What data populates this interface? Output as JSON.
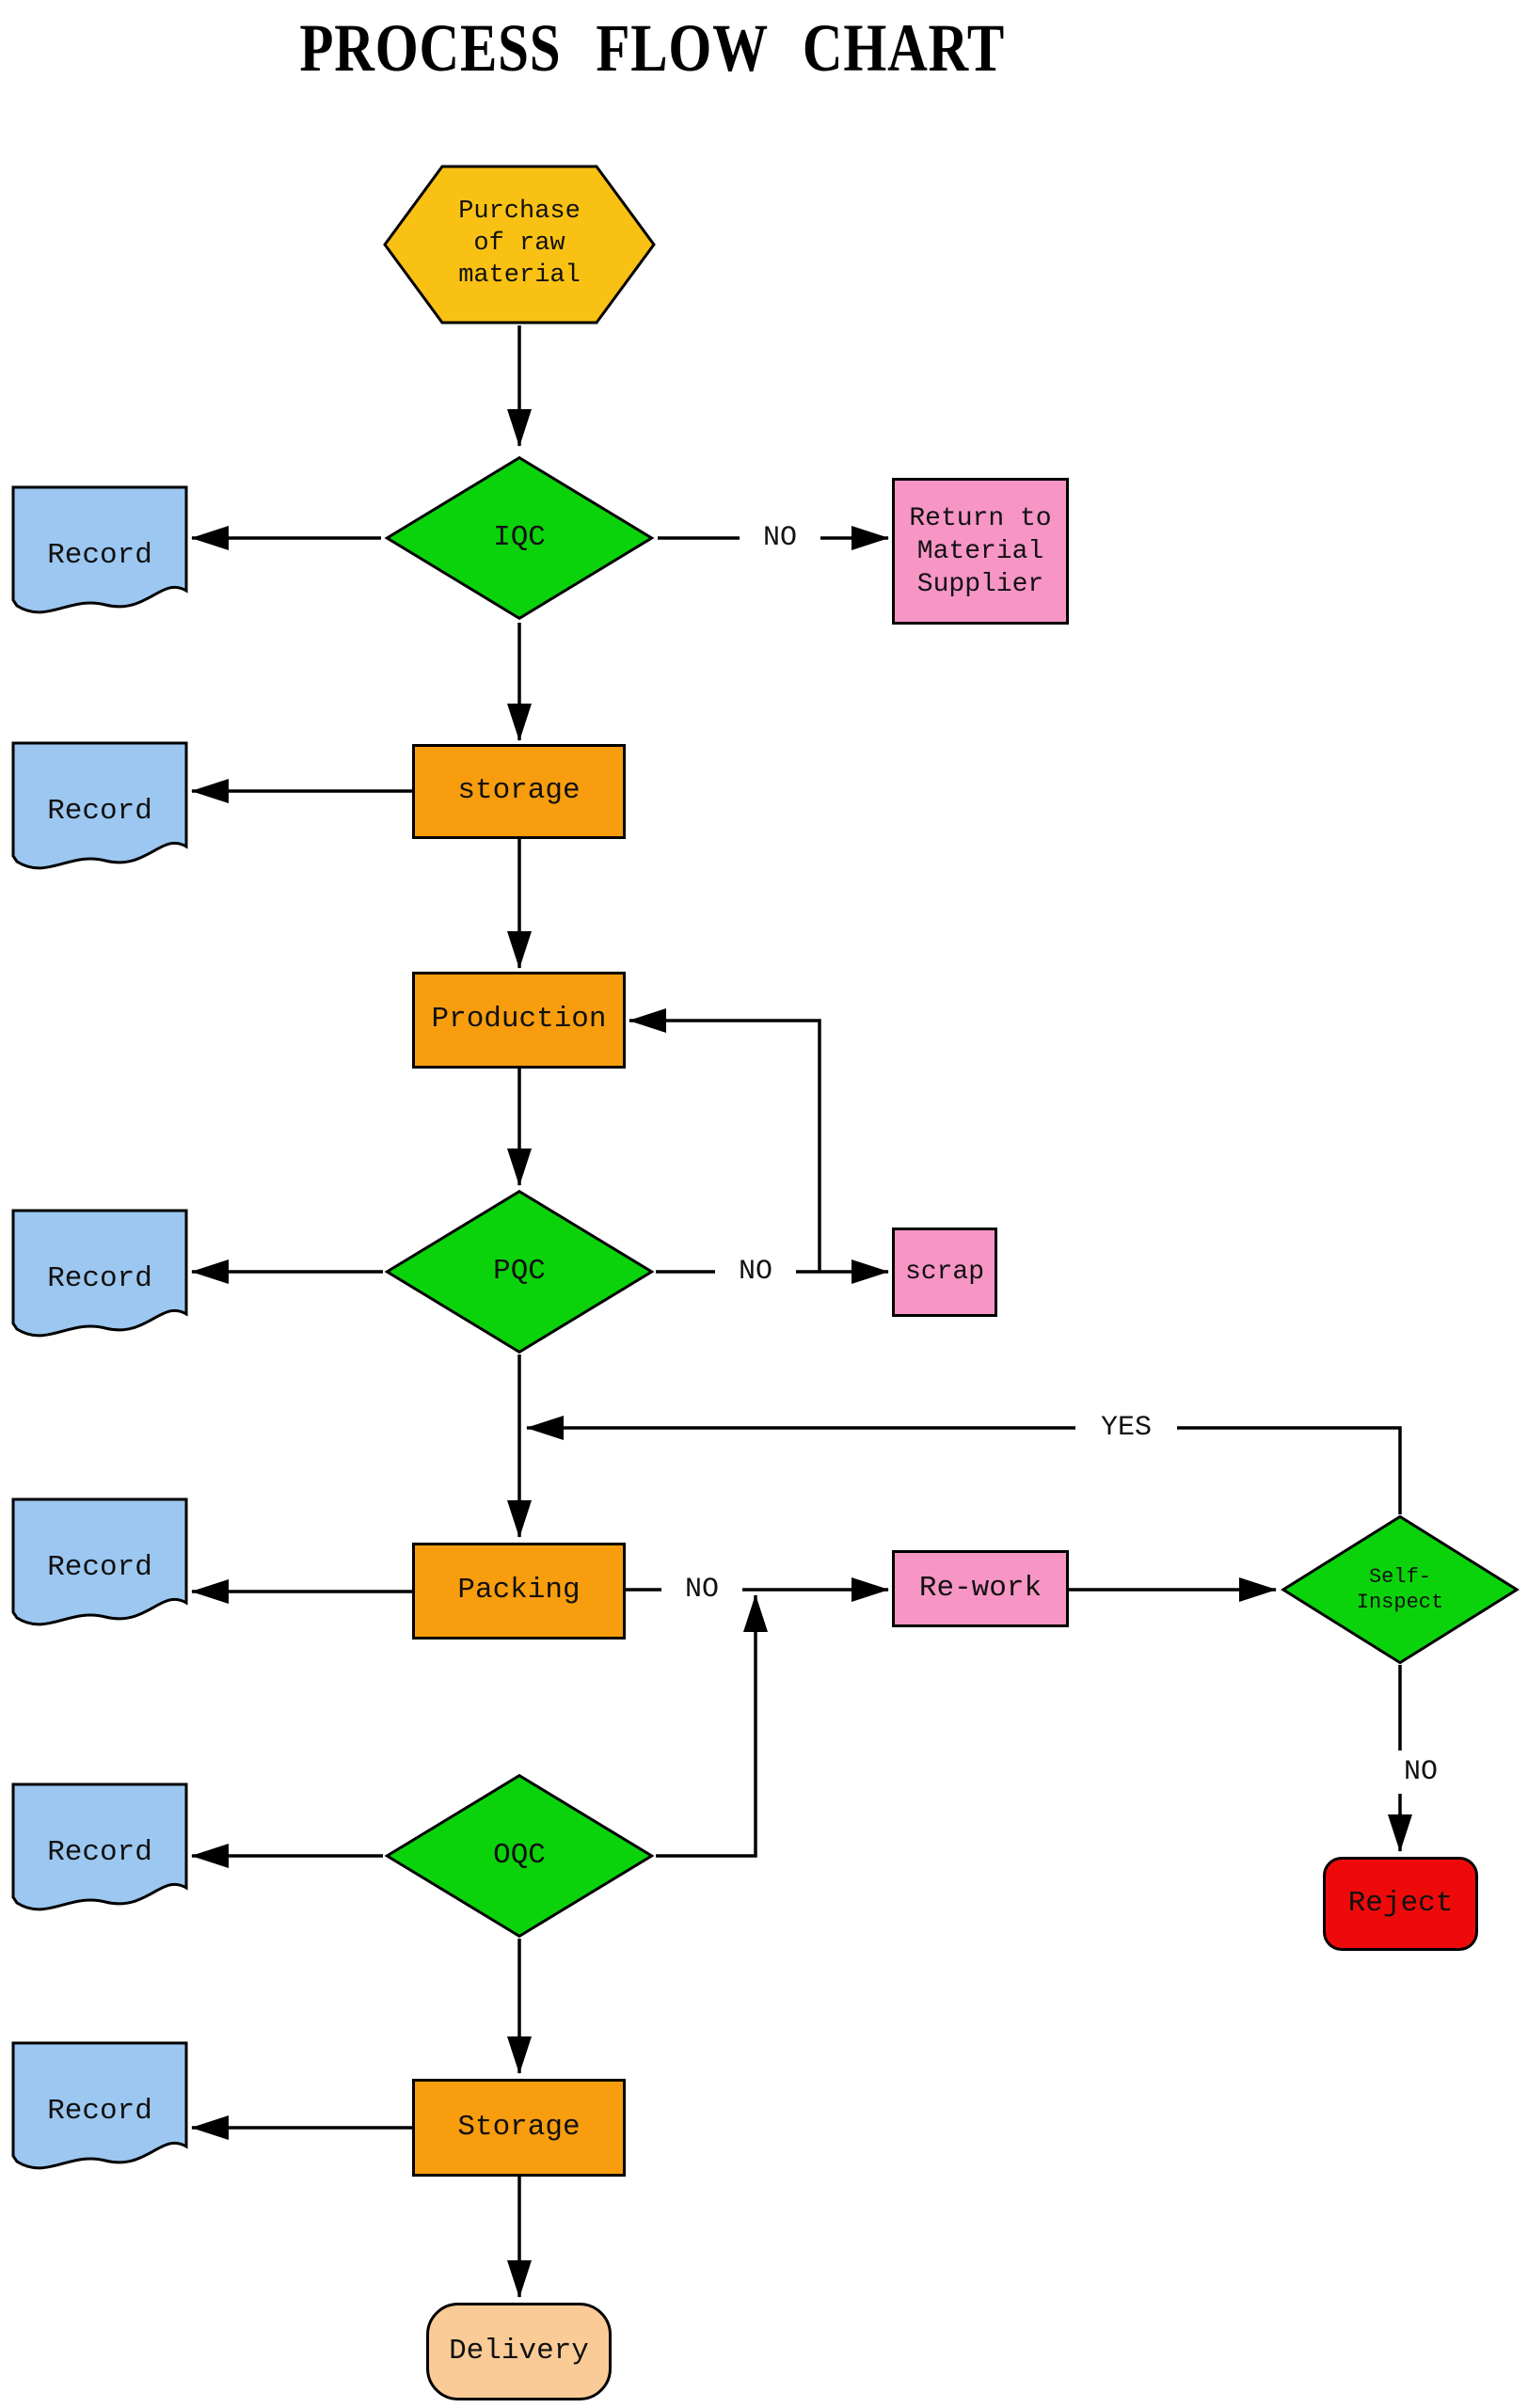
{
  "title": "PROCESS FLOW CHART",
  "nodes": {
    "purchase": {
      "shape": "hexagon",
      "fill": "#F9C113",
      "label": "Purchase\nof raw\nmaterial"
    },
    "iqc": {
      "shape": "diamond",
      "fill": "#0BD30B",
      "label": "IQC"
    },
    "record": {
      "shape": "document",
      "fill": "#9CC7F0",
      "label": "Record"
    },
    "return_supplier": {
      "shape": "rect",
      "fill": "#F795C5",
      "label": "Return to\nMaterial\nSupplier"
    },
    "storage1": {
      "shape": "rect",
      "fill": "#F89D0E",
      "label": "storage"
    },
    "production": {
      "shape": "rect",
      "fill": "#F89D0E",
      "label": "Production"
    },
    "pqc": {
      "shape": "diamond",
      "fill": "#0BD30B",
      "label": "PQC"
    },
    "scrap": {
      "shape": "rect",
      "fill": "#F795C5",
      "label": "scrap"
    },
    "packing": {
      "shape": "rect",
      "fill": "#F89D0E",
      "label": "Packing"
    },
    "rework": {
      "shape": "rect",
      "fill": "#F795C5",
      "label": "Re-work"
    },
    "self_inspect": {
      "shape": "diamond",
      "fill": "#0BD30B",
      "label": "Self-\nInspect"
    },
    "reject": {
      "shape": "rounded-rect",
      "fill": "#EE0A0A",
      "label": "Reject"
    },
    "oqc": {
      "shape": "diamond",
      "fill": "#0BD30B",
      "label": "OQC"
    },
    "storage2": {
      "shape": "rect",
      "fill": "#F89D0E",
      "label": "Storage"
    },
    "delivery": {
      "shape": "rounded-rect",
      "fill": "#FACB96",
      "label": "Delivery"
    }
  },
  "edge_labels": {
    "no": "NO",
    "yes": "YES"
  },
  "colors": {
    "gold": "#F9C113",
    "green": "#0BD30B",
    "blue": "#9CC7F0",
    "orange": "#F89D0E",
    "pink": "#F795C5",
    "red": "#EE0A0A",
    "peach": "#FACB96",
    "line": "#000000",
    "background": "#FFFFFF"
  }
}
